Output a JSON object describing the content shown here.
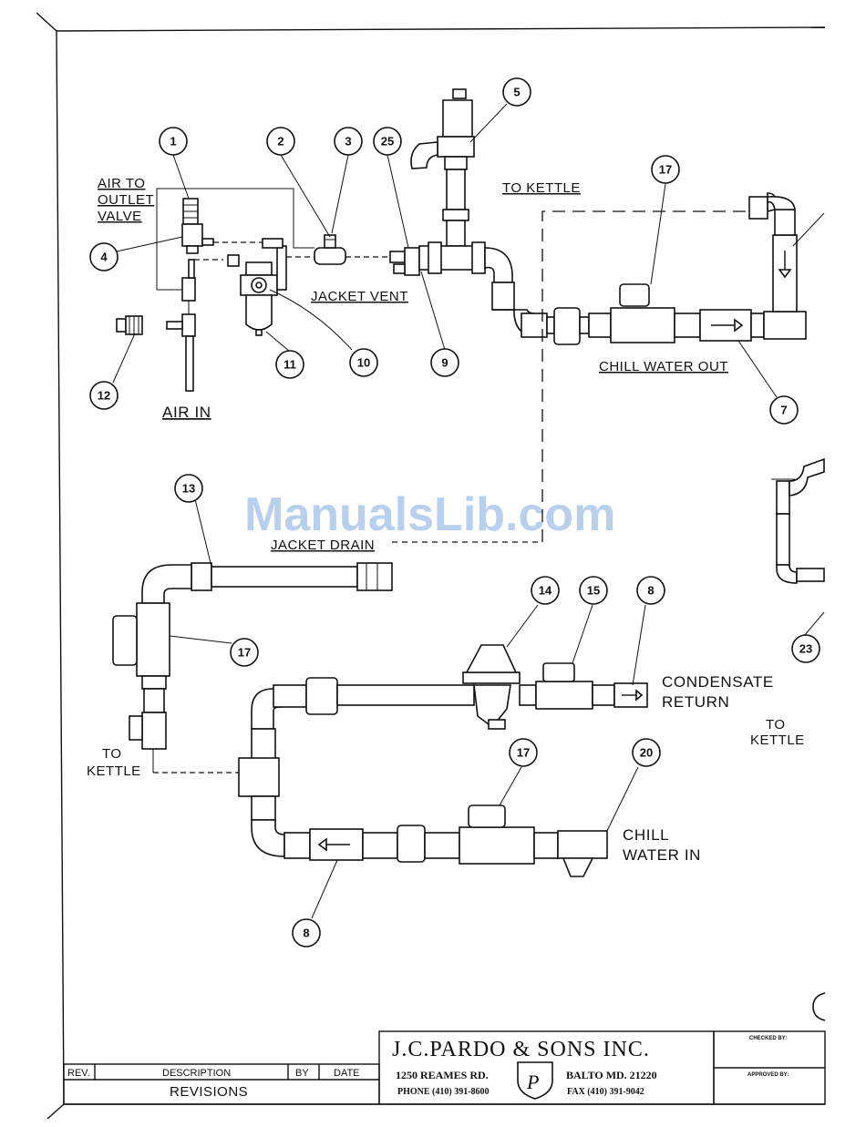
{
  "labels": {
    "air_to_outlet_valve": [
      "AIR TO",
      "OUTLET",
      "VALVE"
    ],
    "air_in": "AIR IN",
    "jacket_vent": "JACKET VENT",
    "to_kettle_top": "TO KETTLE",
    "chill_water_out": "CHILL WATER OUT",
    "jacket_drain": "JACKET DRAIN",
    "condensate_return": [
      "CONDENSATE",
      "RETURN"
    ],
    "to_kettle_left": [
      "TO",
      "KETTLE"
    ],
    "to_kettle_right": [
      "TO",
      "KETTLE"
    ],
    "chill_water_in": [
      "CHILL",
      "WATER IN"
    ]
  },
  "callouts": {
    "c1": "1",
    "c2": "2",
    "c3": "3",
    "c25": "25",
    "c5": "5",
    "c17a": "17",
    "c4": "4",
    "c12": "12",
    "c11": "11",
    "c10": "10",
    "c9": "9",
    "c7": "7",
    "c13": "13",
    "c17b": "17",
    "c14": "14",
    "c15": "15",
    "c8a": "8",
    "c23": "23",
    "c17c": "17",
    "c20": "20",
    "c8b": "8"
  },
  "watermark": "ManualsLib.com",
  "title_block": {
    "company": "J.C.PARDO & SONS INC.",
    "address": "1250 REAMES RD.",
    "city": "BALTO MD. 21220",
    "phone": "PHONE (410) 391-8600",
    "fax": "FAX (410) 391-9042",
    "logo_letter": "P",
    "checked_by": "CHECKED BY:",
    "approved_by": "APPROVED BY:",
    "rev": "REV.",
    "description": "DESCRIPTION",
    "by": "BY",
    "date": "DATE",
    "revisions": "REVISIONS"
  }
}
